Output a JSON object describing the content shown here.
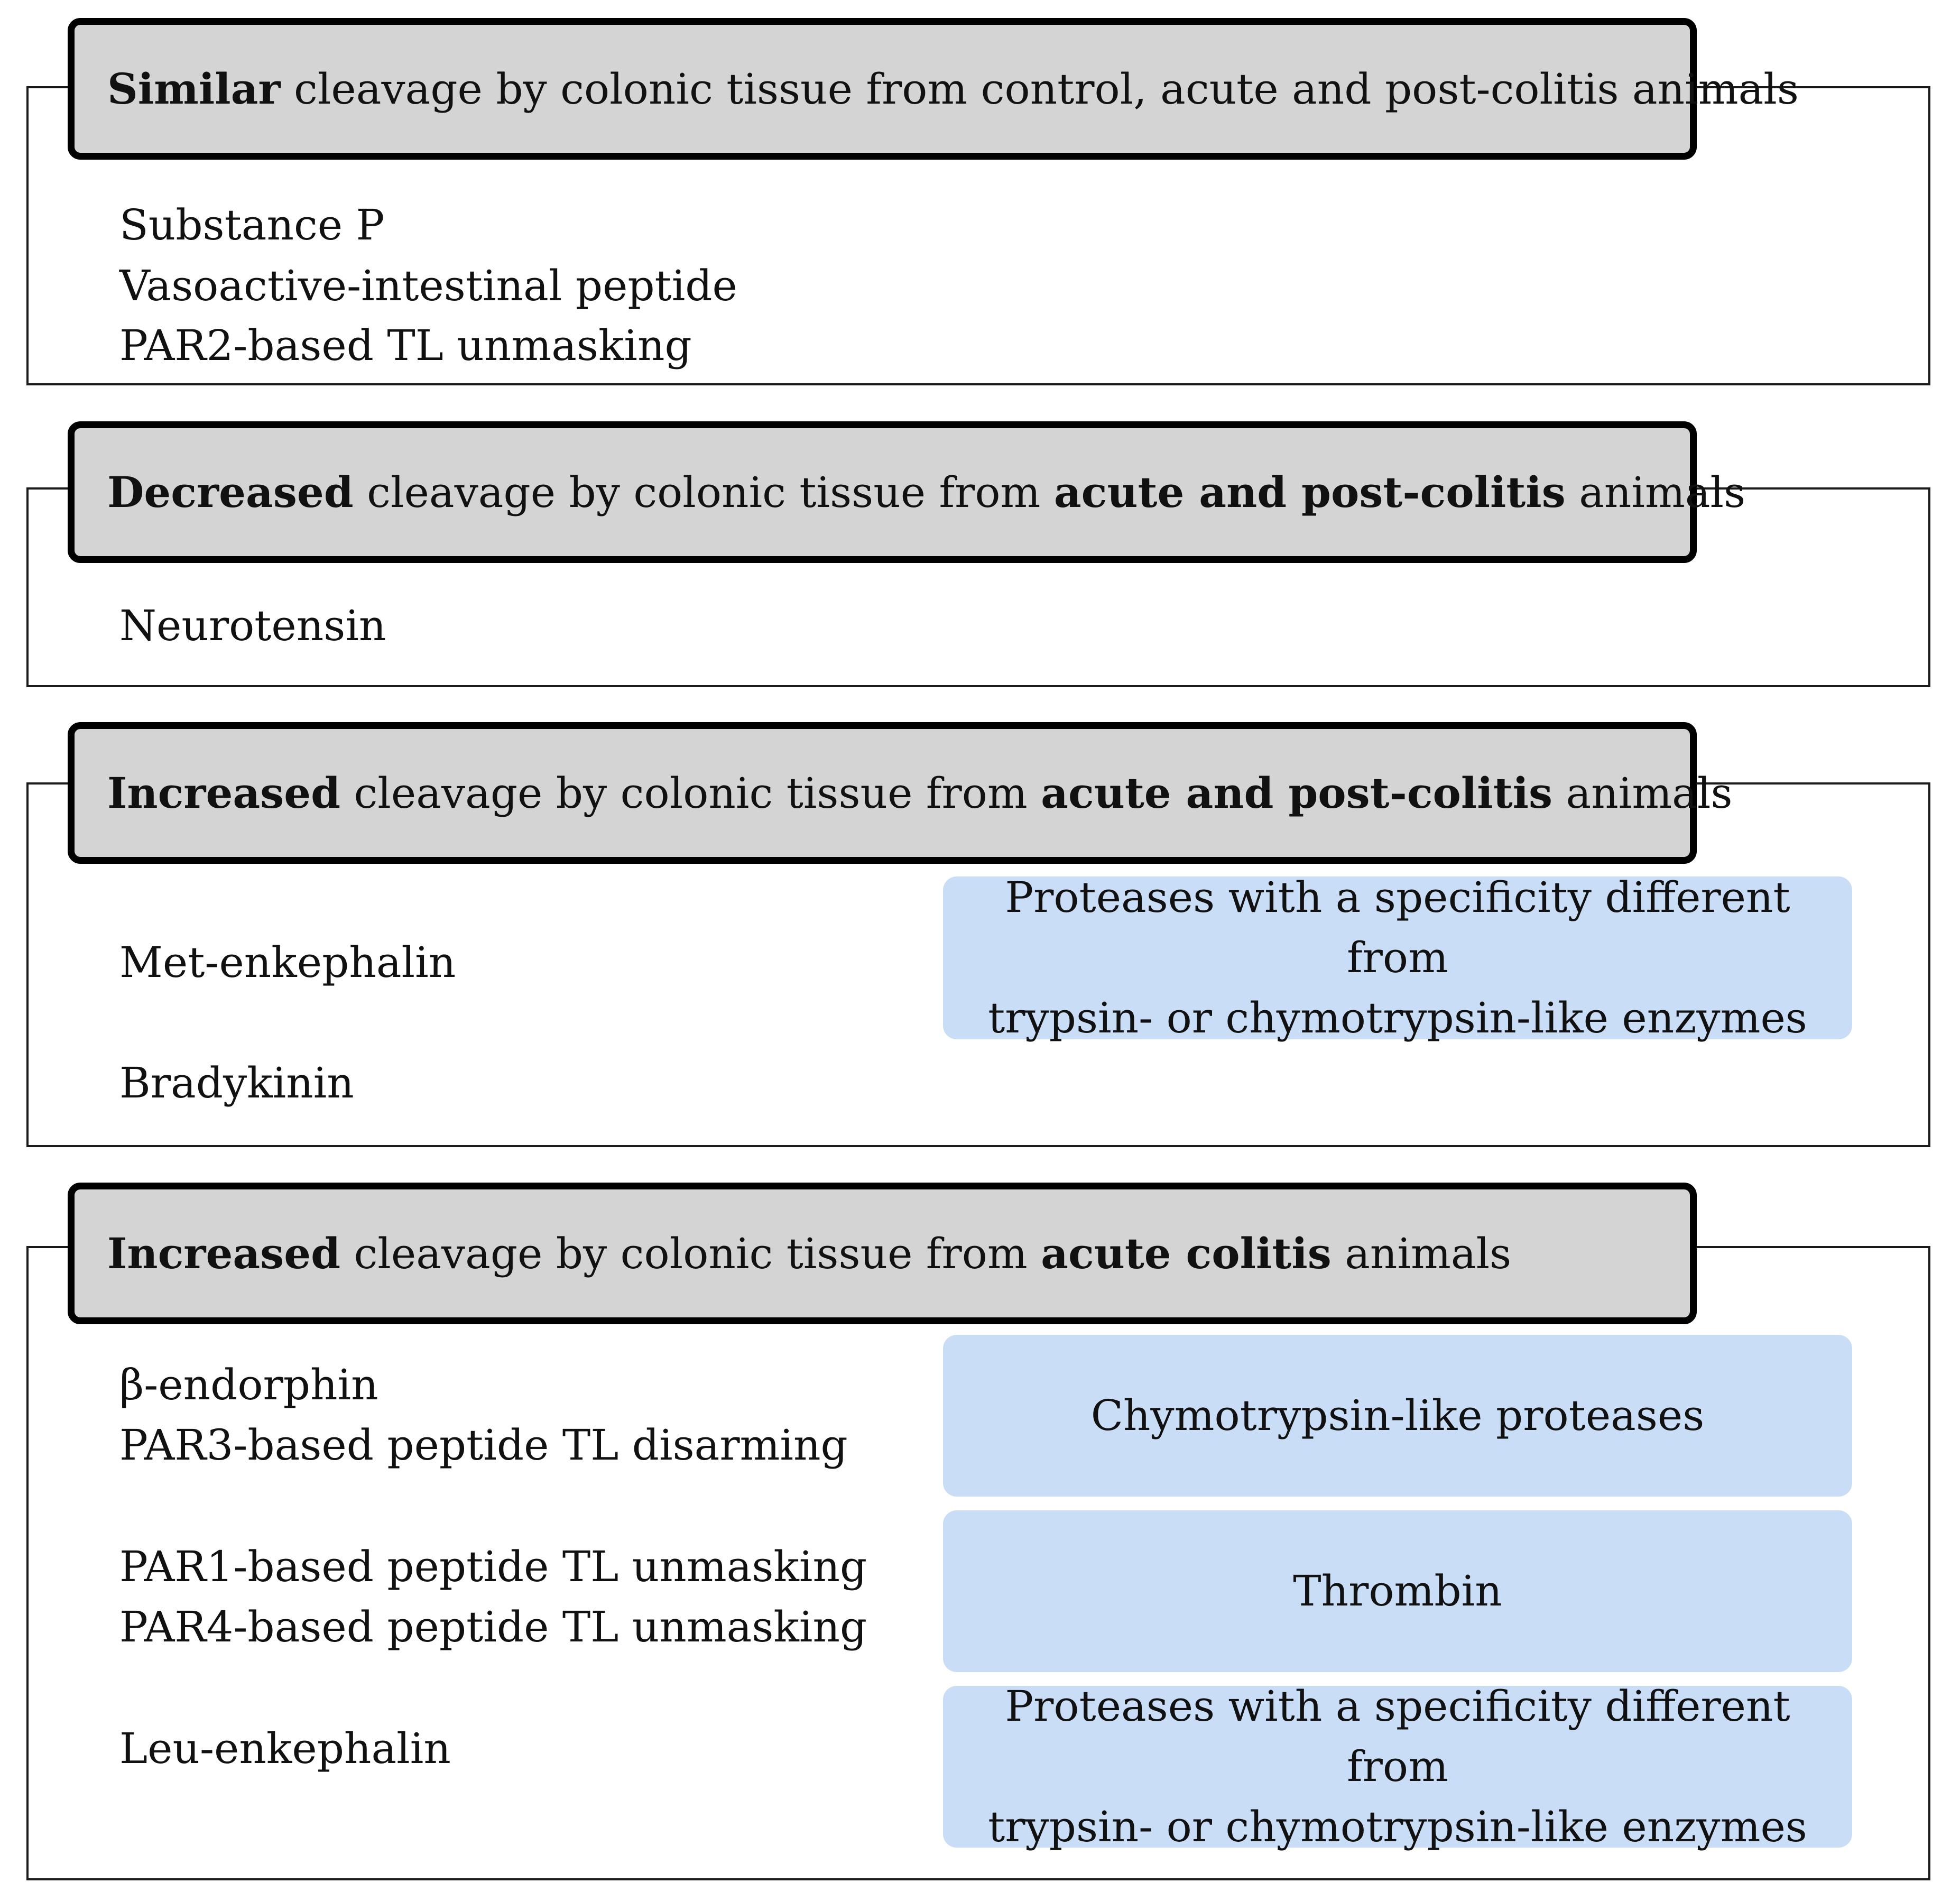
{
  "sections": [
    {
      "header": {
        "b1": "Similar",
        "t1": " cleavage by colonic tissue from control, acute and post-colitis animals",
        "b2": "",
        "t2": ""
      },
      "items": [
        "Substance  P",
        "Vasoactive-intestinal peptide",
        "PAR2-based TL unmasking"
      ]
    },
    {
      "header": {
        "b1": "Decreased",
        "t1": " cleavage by colonic tissue from ",
        "b2": "acute and post-colitis",
        "t2": " animals"
      },
      "items": [
        "Neurotensin"
      ]
    },
    {
      "header": {
        "b1": "Increased",
        "t1": " cleavage by colonic tissue from ",
        "b2": "acute and post-colitis",
        "t2": " animals"
      },
      "items": [
        "Met-enkephalin",
        "Bradykinin"
      ],
      "boxes": [
        "Proteases with a specificity different from\ntrypsin- or chymotrypsin-like enzymes"
      ]
    },
    {
      "header": {
        "b1": "Increased",
        "t1": " cleavage by colonic tissue from ",
        "b2": "acute colitis",
        "t2": " animals"
      },
      "items": [
        "β-endorphin",
        "PAR3-based peptide TL disarming",
        "PAR1-based peptide TL unmasking",
        "PAR4-based peptide TL unmasking",
        "Leu-enkephalin"
      ],
      "boxes": [
        "Chymotrypsin-like proteases",
        "Thrombin",
        "Proteases with a specificity different from\ntrypsin- or chymotrypsin-like enzymes"
      ]
    }
  ]
}
